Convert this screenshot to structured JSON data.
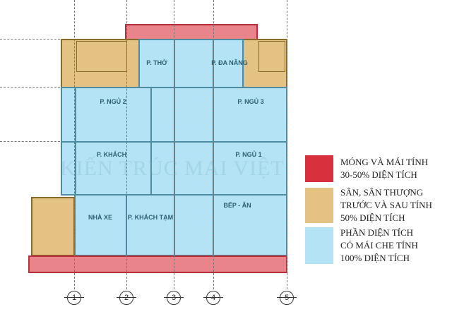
{
  "rooms": {
    "tho": "P. THỜ",
    "da_nang": "P. ĐA NĂNG",
    "ngu2": "P. NGỦ 2",
    "ngu3": "P. NGỦ 3",
    "khach": "P. KHÁCH",
    "ngu1": "P. NGỦ 1",
    "nha_xe": "NHÀ XE",
    "khach_tam": "P. KHÁCH TẠM",
    "bep_an": "BẾP - ĂN"
  },
  "axes": [
    "1",
    "2",
    "3",
    "4",
    "5"
  ],
  "watermark": "KIẾN TRÚC MAI VIỆT",
  "legend": [
    {
      "color": "#d9303e",
      "lines": [
        "MÓNG VÀ MÁI TÍNH",
        "30-50% DIỆN TÍCH"
      ]
    },
    {
      "color": "#e3c283",
      "lines": [
        "SÂN, SÂN THƯỢNG",
        "TRƯỚC VÀ SAU TÍNH",
        "50% DIỆN TÍCH"
      ]
    },
    {
      "color": "#b3e3f5",
      "lines": [
        "PHẦN DIỆN TÍCH",
        "CÓ MÁI CHE TÍNH",
        "100% DIỆN TÍCH"
      ]
    }
  ]
}
